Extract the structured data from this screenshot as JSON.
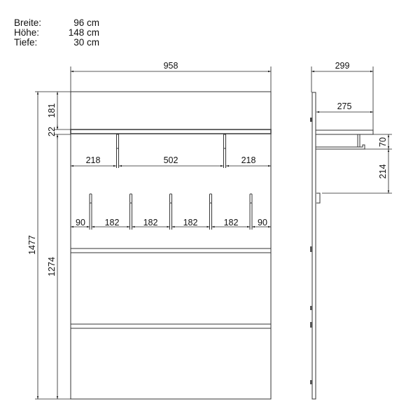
{
  "specs": [
    {
      "label": "Breite:",
      "value": "96 cm"
    },
    {
      "label": "Höhe:",
      "value": "148 cm"
    },
    {
      "label": "Tiefe:",
      "value": "30 cm"
    }
  ],
  "front_view": {
    "width": "958",
    "height_total": "1477",
    "top_section": "181",
    "shelf_thickness": "22",
    "lower_section": "1274",
    "rail_left": "218",
    "rail_middle": "502",
    "rail_right": "218",
    "hook_spacing": [
      "90",
      "182",
      "182",
      "182",
      "182",
      "90"
    ]
  },
  "side_view": {
    "depth_total": "299",
    "shelf_depth": "275",
    "bracket_height": "70",
    "hook_offset": "214"
  }
}
